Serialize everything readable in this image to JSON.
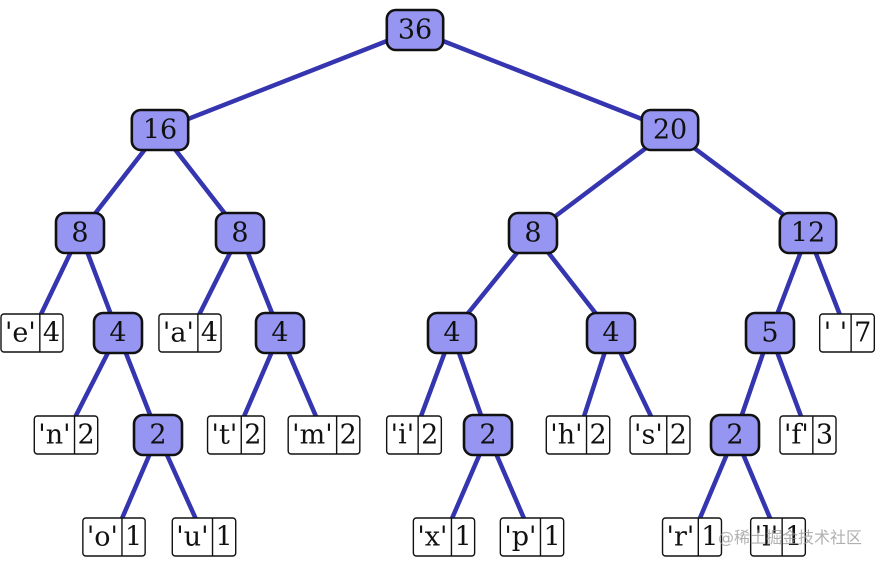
{
  "colors": {
    "edge": "#3535b0",
    "inner_fill": "#9696f2",
    "inner_stroke": "#111111",
    "leaf_fill": "#ffffff"
  },
  "tree": {
    "value": "36",
    "children": [
      {
        "value": "16",
        "children": [
          {
            "value": "8",
            "children": [
              {
                "symbol": "'e'",
                "count": "4"
              },
              {
                "value": "4",
                "children": [
                  {
                    "symbol": "'n'",
                    "count": "2"
                  },
                  {
                    "value": "2",
                    "children": [
                      {
                        "symbol": "'o'",
                        "count": "1"
                      },
                      {
                        "symbol": "'u'",
                        "count": "1"
                      }
                    ]
                  }
                ]
              }
            ]
          },
          {
            "value": "8",
            "children": [
              {
                "symbol": "'a'",
                "count": "4"
              },
              {
                "value": "4",
                "children": [
                  {
                    "symbol": "'t'",
                    "count": "2"
                  },
                  {
                    "symbol": "'m'",
                    "count": "2"
                  }
                ]
              }
            ]
          }
        ]
      },
      {
        "value": "20",
        "children": [
          {
            "value": "8",
            "children": [
              {
                "value": "4",
                "children": [
                  {
                    "symbol": "'i'",
                    "count": "2"
                  },
                  {
                    "value": "2",
                    "children": [
                      {
                        "symbol": "'x'",
                        "count": "1"
                      },
                      {
                        "symbol": "'p'",
                        "count": "1"
                      }
                    ]
                  }
                ]
              },
              {
                "value": "4",
                "children": [
                  {
                    "symbol": "'h'",
                    "count": "2"
                  },
                  {
                    "symbol": "'s'",
                    "count": "2"
                  }
                ]
              }
            ]
          },
          {
            "value": "12",
            "children": [
              {
                "value": "5",
                "children": [
                  {
                    "value": "2",
                    "children": [
                      {
                        "symbol": "'r'",
                        "count": "1"
                      },
                      {
                        "symbol": "'l'",
                        "count": "1"
                      }
                    ]
                  },
                  {
                    "symbol": "'f'",
                    "count": "3"
                  }
                ]
              },
              {
                "symbol": "' '",
                "count": "7"
              }
            ]
          }
        ]
      }
    ]
  },
  "watermark": "@稀土掘金技术社区"
}
